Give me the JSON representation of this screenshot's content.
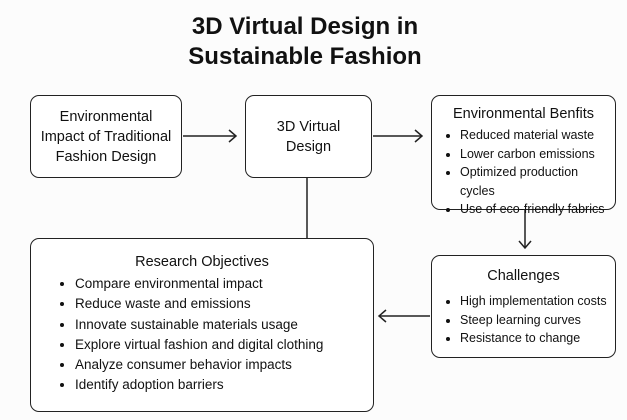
{
  "title": "3D Virtual Design in Sustainable Fashion",
  "boxes": {
    "traditional": {
      "label": "Environmental Impact of Traditional Fashion Design"
    },
    "virtual": {
      "label": "3D Virtual Design"
    },
    "benefits": {
      "heading": "Environmental Benfits",
      "items": [
        "Reduced material waste",
        "Lower carbon emissions",
        "Optimized production cycles",
        "Use of eco-friendly fabrics"
      ]
    },
    "challenges": {
      "heading": "Challenges",
      "items": [
        "High implementation costs",
        "Steep learning curves",
        "Resistance to change"
      ]
    },
    "objectives": {
      "heading": "Research Objectives",
      "items": [
        "Compare environmental impact",
        "Reduce waste and emissions",
        "Innovate sustainable materials usage",
        "Explore virtual fashion and digital clothing",
        "Analyze consumer behavior impacts",
        "Identify adoption barriers"
      ]
    }
  }
}
